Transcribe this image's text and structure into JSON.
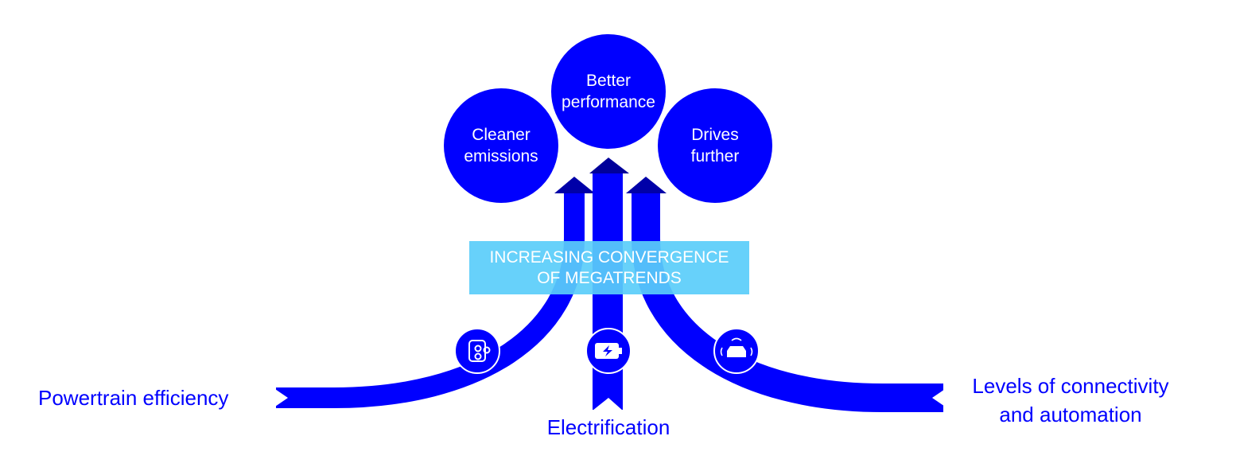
{
  "outcomes": [
    "Cleaner emissions",
    "Better performance",
    "Drives further"
  ],
  "center_box": {
    "line1": "INCREASING CONVERGENCE",
    "line2": "OF MEGATRENDS"
  },
  "trends": {
    "left": "Powertrain efficiency",
    "middle": "Electrification",
    "right_line1": "Levels of connectivity",
    "right_line2": "and automation"
  },
  "colors": {
    "primary": "#0000ff",
    "dark": "#0000a0",
    "box": "#66d3fa"
  }
}
